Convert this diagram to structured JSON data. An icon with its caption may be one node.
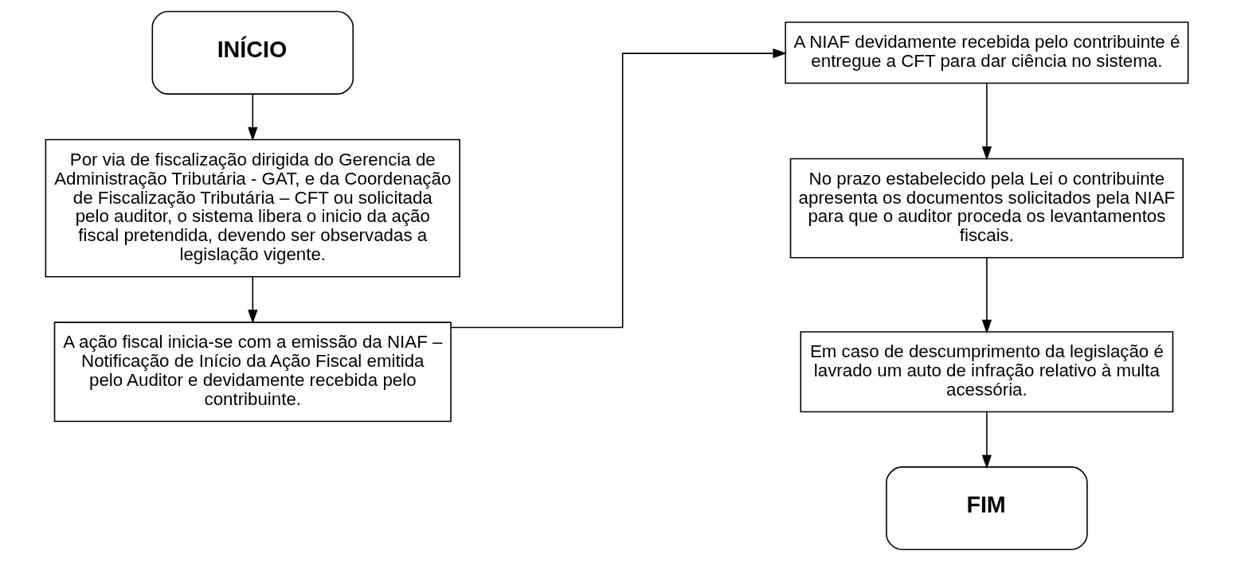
{
  "diagram": {
    "nodes": [
      {
        "text": [
          "INÍCIO"
        ]
      },
      {
        "text": [
          "Por via de fiscalização dirigida do Gerencia de Administração Tributária - GAT, e da Coordenação de Fiscalização Tributária – CFT ou solicitada pelo auditor, o sistema libera o inicio da ação fiscal pretendida, devendo ser observadas a legislação vigente."
        ]
      },
      {
        "text": [
          "A ação fiscal inicia-se com a emissão da NIAF – Notificação de Início da Ação Fiscal emitida pelo Auditor e devidamente recebida pelo contribuinte."
        ]
      },
      {
        "text": [
          "A NIAF devidamente recebida pelo contribuinte é entregue a CFT para dar ciência no sistema."
        ]
      },
      {
        "text": [
          "No prazo estabelecido pela Lei o contribuinte apresenta os documentos solicitados pela NIAF para que o auditor proceda os levantamentos fiscais."
        ]
      },
      {
        "text": [
          "Em caso de descumprimento da legislação é lavrado um auto de infração relativo à multa acessória."
        ]
      },
      {
        "text": [
          "FIM"
        ]
      }
    ],
    "edges": [
      {
        "from": 0,
        "to": 1,
        "arrow": "to"
      },
      {
        "from": 1,
        "to": 2,
        "arrow": "to"
      },
      {
        "from": 2,
        "to": 3,
        "arrow": "to"
      },
      {
        "from": 3,
        "to": 4,
        "arrow": "to"
      },
      {
        "from": 4,
        "to": 5,
        "arrow": "to"
      },
      {
        "from": 5,
        "to": 6,
        "arrow": "to"
      }
    ]
  }
}
